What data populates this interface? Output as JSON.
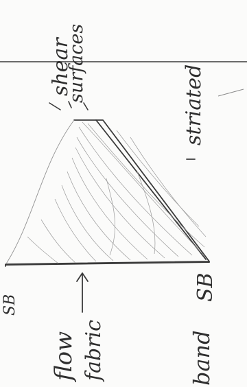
{
  "labels": {
    "shear": "shear",
    "surfaces": "surfaces",
    "striated": "striated",
    "sb_left": "SB",
    "sb_right": "SB",
    "flow_fabric_1": "flow",
    "flow_fabric_2": "fabric",
    "band": "band"
  },
  "colors": {
    "ink": "#2f2f2f",
    "paper": "#fbfbfa",
    "hatch": "#8a8a8a"
  }
}
